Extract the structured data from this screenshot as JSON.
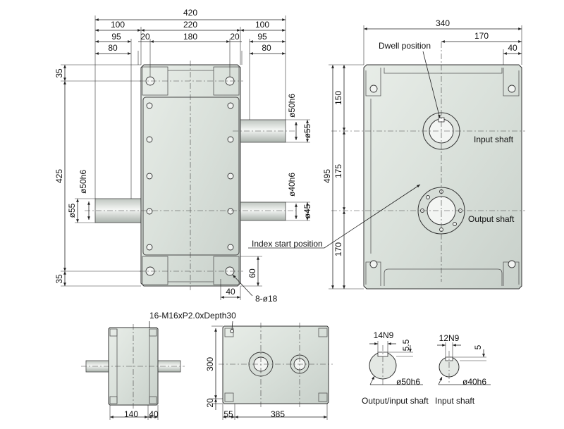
{
  "dims": {
    "top_420": "420",
    "top_100a": "100",
    "top_220": "220",
    "top_100b": "100",
    "top_95a": "95",
    "top_20a": "20",
    "top_180": "180",
    "top_20b": "20",
    "top_95b": "95",
    "top_80a": "80",
    "top_80b": "80",
    "left_35a": "35",
    "left_425": "425",
    "left_35b": "35",
    "left_o50h6": "ø50h6",
    "left_o55": "ø55",
    "right_o50h6": "ø50h6",
    "right_o55": "ø55",
    "right_o40h6": "ø40h6",
    "right_o45": "ø45",
    "bot_60": "60",
    "bot_40": "40",
    "bot_8o18": "8-ø18",
    "side_340": "340",
    "side_170": "170",
    "side_40": "40",
    "side_495": "495",
    "side_150": "150",
    "side_175": "175",
    "side_170v": "170",
    "small_140": "140",
    "small_40": "40",
    "small_300": "300",
    "small_20": "20",
    "small_55": "55",
    "small_385": "385",
    "key_14n9": "14N9",
    "key_55": "5.5",
    "key_o50h6": "ø50h6",
    "key_12n9": "12N9",
    "key_5": "5",
    "key_o40h6": "ø40h6"
  },
  "labels": {
    "dwell_position": "Dwell position",
    "input_shaft": "Input shaft",
    "output_shaft": "Output shaft",
    "index_start": "Index start position",
    "thread_note": "16-M16xP2.0xDepth30",
    "output_input_shaft": "Output/input shaft",
    "input_shaft_section": "Input shaft"
  }
}
